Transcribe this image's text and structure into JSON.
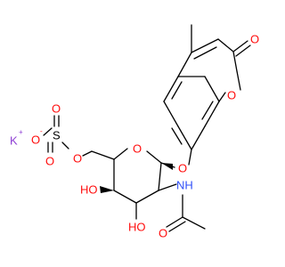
{
  "colors": {
    "carbon": "#000000",
    "oxygen": "#ff0d0d",
    "nitrogen": "#3050f8",
    "potassium": "#8f40d4"
  },
  "atoms": {
    "k": "K",
    "k_charge": "+",
    "o_minus": "O",
    "o_minus_charge": "-",
    "s": "S",
    "s_o_top": "O",
    "s_o_bottom": "O",
    "o_ester": "O",
    "o_ring": "O",
    "o_glycoside": "O",
    "oh_c4": "HO",
    "oh_c3": "HO",
    "nh": "NH",
    "o_amide": "O",
    "o_lactone_ring": "O",
    "o_carbonyl": "O"
  }
}
